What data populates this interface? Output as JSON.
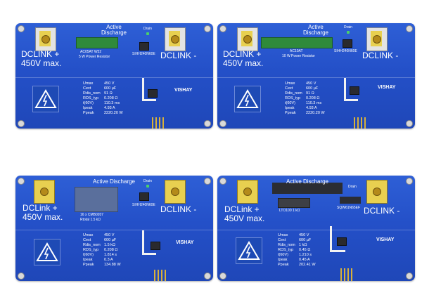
{
  "boards": [
    {
      "id": "board-1",
      "top_title": [
        "Active",
        "Discharge"
      ],
      "drain_label": "Drain",
      "left_terminal_label": [
        "DCLINK +",
        "450V max."
      ],
      "right_terminal_label": "DCLINK -",
      "resistor_label": [
        "AC05AT W32",
        "5 W Power Resistor"
      ],
      "mosfet_label": "SIHH240N60E",
      "logo": "VISHAY",
      "specs": [
        [
          "Umax",
          "450 V"
        ],
        [
          "Cext",
          "600 µF"
        ],
        [
          "Rdis_nom",
          "91 Ω"
        ],
        [
          "RDS_typ",
          "0.208 Ω"
        ],
        [
          "t(60V)",
          "110.3 ms"
        ],
        [
          "Ipeak",
          "4.93 A"
        ],
        [
          "Ppeak",
          "2220.20 W"
        ]
      ]
    },
    {
      "id": "board-2",
      "top_title": [
        "Active",
        "Discharge"
      ],
      "drain_label": "Drain",
      "left_terminal_label": [
        "DCLINK +",
        "450V max."
      ],
      "right_terminal_label": "DCLINK -",
      "resistor_label": [
        "AC10AT",
        "10 W Power Resistor"
      ],
      "mosfet_label": "SIHH240N60E",
      "logo": "VISHAY",
      "specs": [
        [
          "Umax",
          "450 V"
        ],
        [
          "Cext",
          "600 µF"
        ],
        [
          "Rdis_nom",
          "91 Ω"
        ],
        [
          "RDS_typ",
          "0.208 Ω"
        ],
        [
          "t(60V)",
          "110.3 ms"
        ],
        [
          "Ipeak",
          "4.93 A"
        ],
        [
          "Ppeak",
          "2220.20 W"
        ]
      ]
    },
    {
      "id": "board-3",
      "top_title": [
        "Active Discharge"
      ],
      "drain_label": "Drain",
      "left_terminal_label": [
        "DCLink +",
        "450V max."
      ],
      "right_terminal_label": "DCLINK -",
      "resistor_label": [
        "16 x CMB0207",
        "Rtotal 1.5 kΩ"
      ],
      "mosfet_label": "SIHH240N60E",
      "logo": "VISHAY",
      "specs": [
        [
          "Umax",
          "450 V"
        ],
        [
          "Cext",
          "600 µF"
        ],
        [
          "Rdis_nom",
          "1.5 kΩ"
        ],
        [
          "RDS_typ",
          "0.208 Ω"
        ],
        [
          "t(60V)",
          "1.814 s"
        ],
        [
          "Ipeak",
          "0.3 A"
        ],
        [
          "Ppeak",
          "134.88 W"
        ]
      ]
    },
    {
      "id": "board-4",
      "top_title": [
        "Active Discharge"
      ],
      "drain_label": "Drain",
      "left_terminal_label": [
        "DCLink +",
        "450V max."
      ],
      "right_terminal_label": "DCLINK -",
      "resistor_label": [
        "LTO100 1 kΩ"
      ],
      "mosfet_label": "SQW61N65EF",
      "logo": "VISHAY",
      "specs": [
        [
          "Umax",
          "450 V"
        ],
        [
          "Cext",
          "600 µF"
        ],
        [
          "Rdis_nom",
          "1 kΩ"
        ],
        [
          "RDS_typ",
          "0.45 Ω"
        ],
        [
          "t(60V)",
          "1.210 s"
        ],
        [
          "Ipeak",
          "0.45 A"
        ],
        [
          "Ppeak",
          "202.41 W"
        ]
      ]
    }
  ],
  "colors": {
    "pcb": "#2450c8",
    "terminal": "#e8d050",
    "resistor_green": "#2f8a3a",
    "silkscreen": "#ffffff"
  }
}
